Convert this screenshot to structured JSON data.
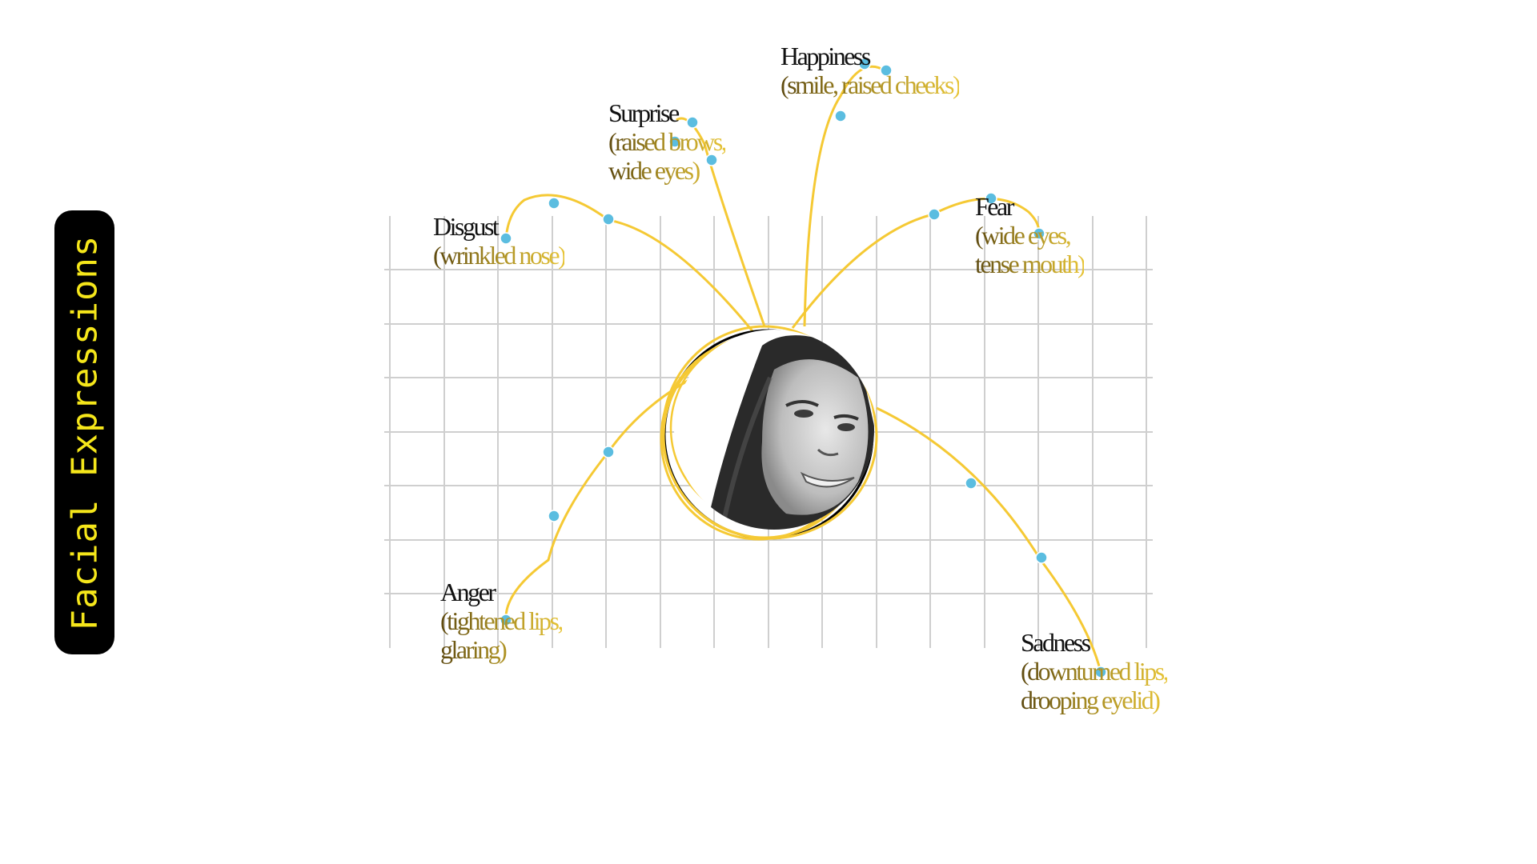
{
  "side_tab": {
    "title": "Facial Expressions"
  },
  "colors": {
    "curve": "#f5c934",
    "dot": "#5bbde0",
    "grid": "#cfcfcf",
    "tab_bg": "#000000",
    "tab_text": "#f5e61a"
  },
  "center": {
    "image_alt": "portrait of a smiling woman (grayscale)"
  },
  "expressions": [
    {
      "name": "Happiness",
      "line1": "(smile, raised cheeks)",
      "line2": ""
    },
    {
      "name": "Surprise",
      "line1": "(raised brows,",
      "line2": "wide eyes)"
    },
    {
      "name": "Disgust",
      "line1": "(wrinkled nose)",
      "line2": ""
    },
    {
      "name": "Fear",
      "line1": "(wide eyes,",
      "line2": "tense mouth)"
    },
    {
      "name": "Anger",
      "line1": "(tightened lips,",
      "line2": "glaring)"
    },
    {
      "name": "Sadness",
      "line1": "(downturned lips,",
      "line2": "drooping eyelid)"
    }
  ]
}
